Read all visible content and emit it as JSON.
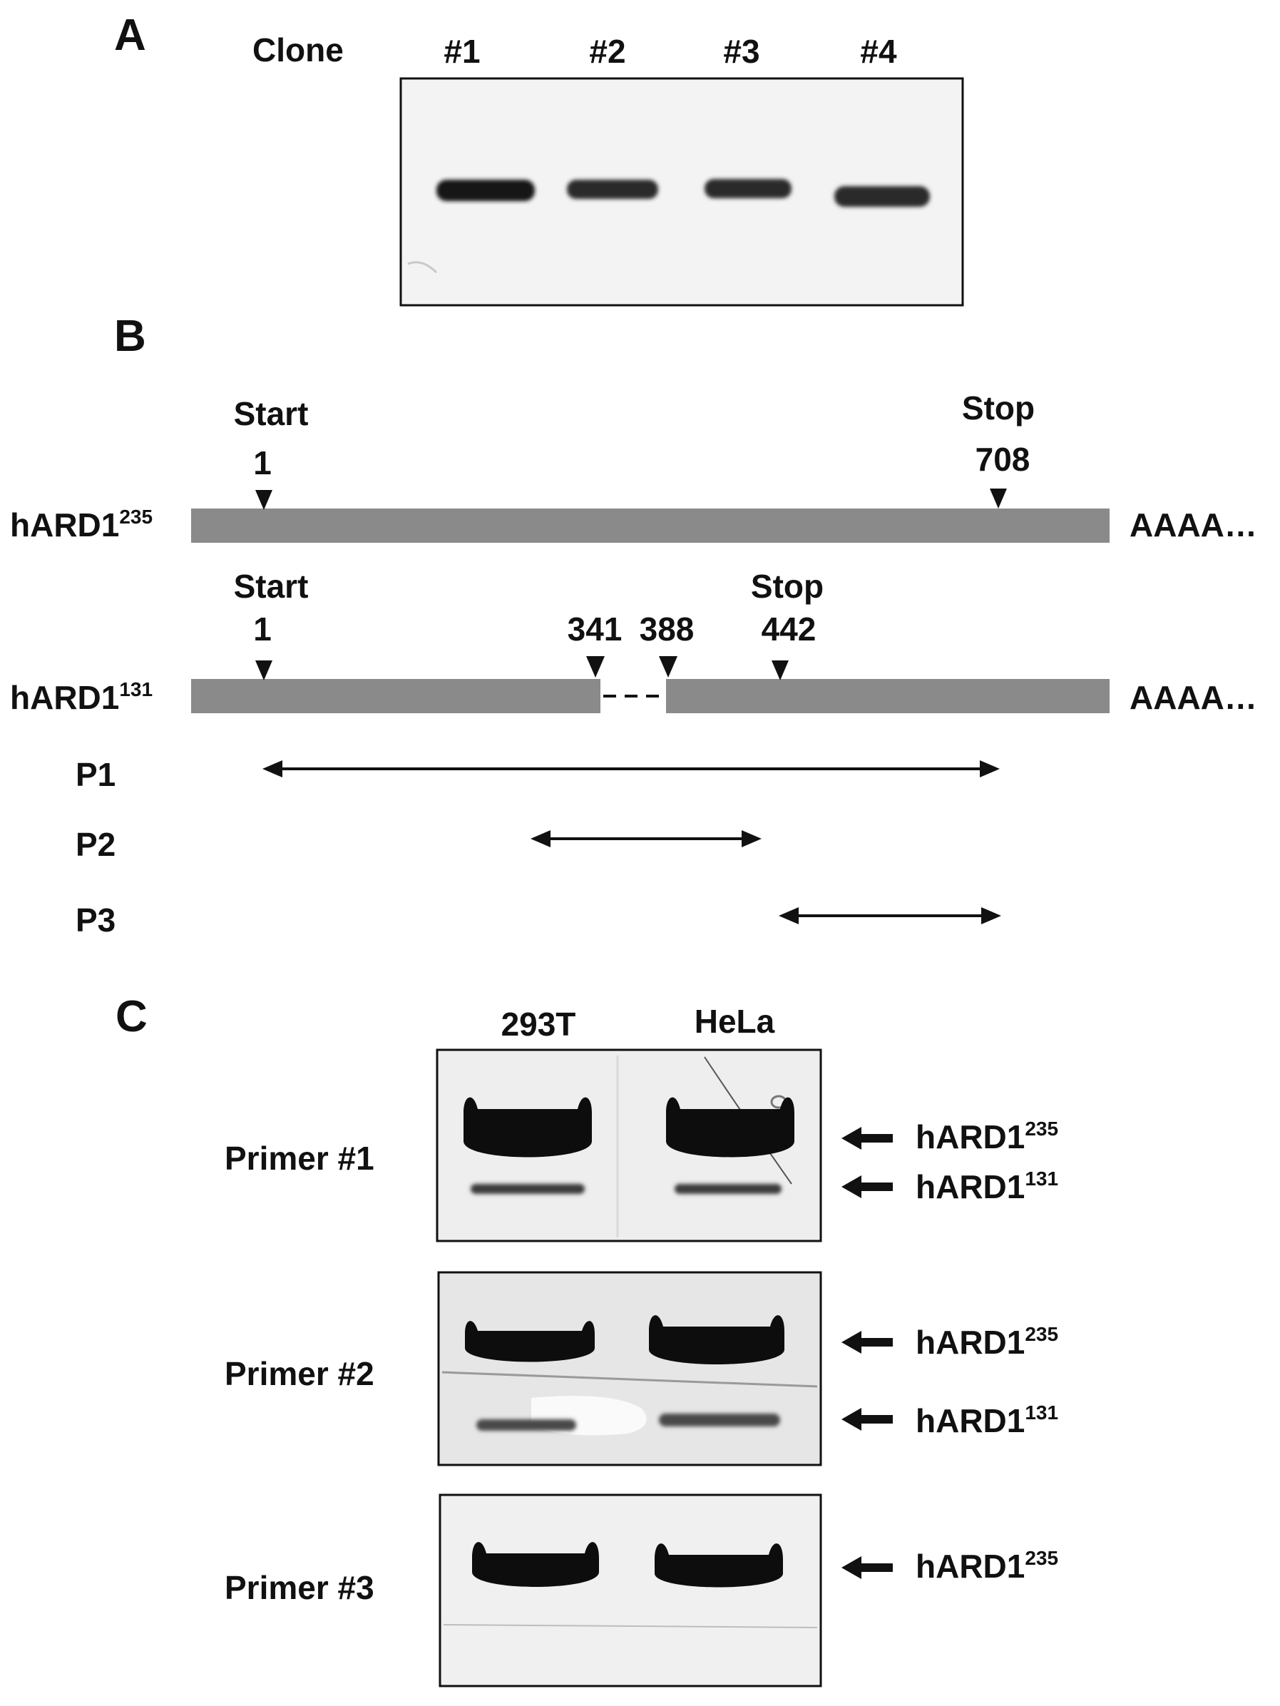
{
  "panel_a": {
    "letter": "A",
    "header": "Clone",
    "lanes": [
      "#1",
      "#2",
      "#3",
      "#4"
    ]
  },
  "panel_b": {
    "letter": "B",
    "transcript_1": {
      "name_base": "hARD1",
      "name_sup": "235",
      "tail": "AAAA…",
      "start_label": "Start",
      "start_pos": "1",
      "stop_label": "Stop",
      "stop_pos": "708"
    },
    "transcript_2": {
      "name_base": "hARD1",
      "name_sup": "131",
      "tail": "AAAA…",
      "start_label": "Start",
      "start_pos": "1",
      "gap_start": "341",
      "gap_end": "388",
      "stop_label": "Stop",
      "stop_pos": "442"
    },
    "primers": [
      "P1",
      "P2",
      "P3"
    ]
  },
  "panel_c": {
    "letter": "C",
    "lanes": [
      "293T",
      "HeLa"
    ],
    "gels": [
      {
        "label": "Primer #1",
        "bands": [
          {
            "base": "hARD1",
            "sup": "235"
          },
          {
            "base": "hARD1",
            "sup": "131"
          }
        ]
      },
      {
        "label": "Primer #2",
        "bands": [
          {
            "base": "hARD1",
            "sup": "235"
          },
          {
            "base": "hARD1",
            "sup": "131"
          }
        ]
      },
      {
        "label": "Primer #3",
        "bands": [
          {
            "base": "hARD1",
            "sup": "235"
          }
        ]
      }
    ]
  },
  "colors": {
    "bar": "#8a8a8a",
    "band": "#111111",
    "gel_bg": "#f2f2f2",
    "text": "#111111"
  }
}
